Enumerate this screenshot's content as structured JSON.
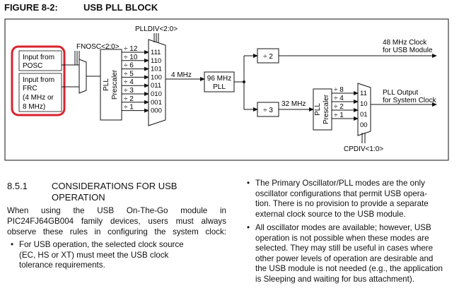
{
  "figure": {
    "number": "FIGURE 8-2:",
    "title": "USB PLL BLOCK"
  },
  "diagram": {
    "input_posc": [
      "Input from",
      "POSC"
    ],
    "input_frc": [
      "Input from",
      "FRC",
      "(4 MHz or",
      "8 MHz)"
    ],
    "fnosc_label": "FNOSC<2:0>",
    "plldiv_label": "PLLDIV<2:0>",
    "prescaler_label": [
      "PLL",
      "Prescaler"
    ],
    "prescaler_divs": [
      "÷ 12",
      "÷ 10",
      "÷ 6",
      "÷ 5",
      "÷ 4",
      "÷ 3",
      "÷ 2",
      "÷ 1"
    ],
    "mux_codes": [
      "111",
      "110",
      "101",
      "100",
      "011",
      "010",
      "001",
      "000"
    ],
    "freq_4mhz": "4 MHz",
    "pll_96": [
      "96 MHz",
      "PLL"
    ],
    "div2": "÷ 2",
    "div3": "÷ 3",
    "freq_32mhz": "32 MHz",
    "usb_clock": [
      "48 MHz Clock",
      "for USB Module"
    ],
    "postscaler_label": [
      "PLL",
      "Prescaler"
    ],
    "postscaler_divs": [
      "÷ 8",
      "÷ 4",
      "÷ 2",
      "÷ 1"
    ],
    "cpdiv_codes": [
      "11",
      "10",
      "01",
      "00"
    ],
    "pll_output": [
      "PLL Output",
      "for System Clock"
    ],
    "cpdiv_label": "CPDIV<1:0>",
    "highlight_color": "#d9232e"
  },
  "section": {
    "number": "8.5.1",
    "title": "CONSIDERATIONS FOR USB OPERATION"
  },
  "paragraph": [
    "When using the USB On-The-Go module in",
    "PIC24FJ64GB004 family devices, users must always",
    "observe these rules in configuring the system clock:"
  ],
  "bullets_left": [
    [
      "For USB operation, the selected clock source",
      "(EC, HS or XT) must meet the USB clock",
      "tolerance requirements."
    ]
  ],
  "bullets_right": [
    [
      "The Primary Oscillator/PLL modes are the only",
      "oscillator configurations that permit USB opera-",
      "tion. There is no provision to provide a separate",
      "external clock source to the USB module."
    ],
    [
      "All oscillator modes are available; however, USB",
      "operation is not possible when these modes are",
      "selected. They may still be useful in cases where",
      "other power levels of operation are desirable and",
      "the USB module is not needed (e.g., the application",
      "is Sleeping and waiting for bus attachment)."
    ]
  ],
  "bullet_glyph": "•"
}
